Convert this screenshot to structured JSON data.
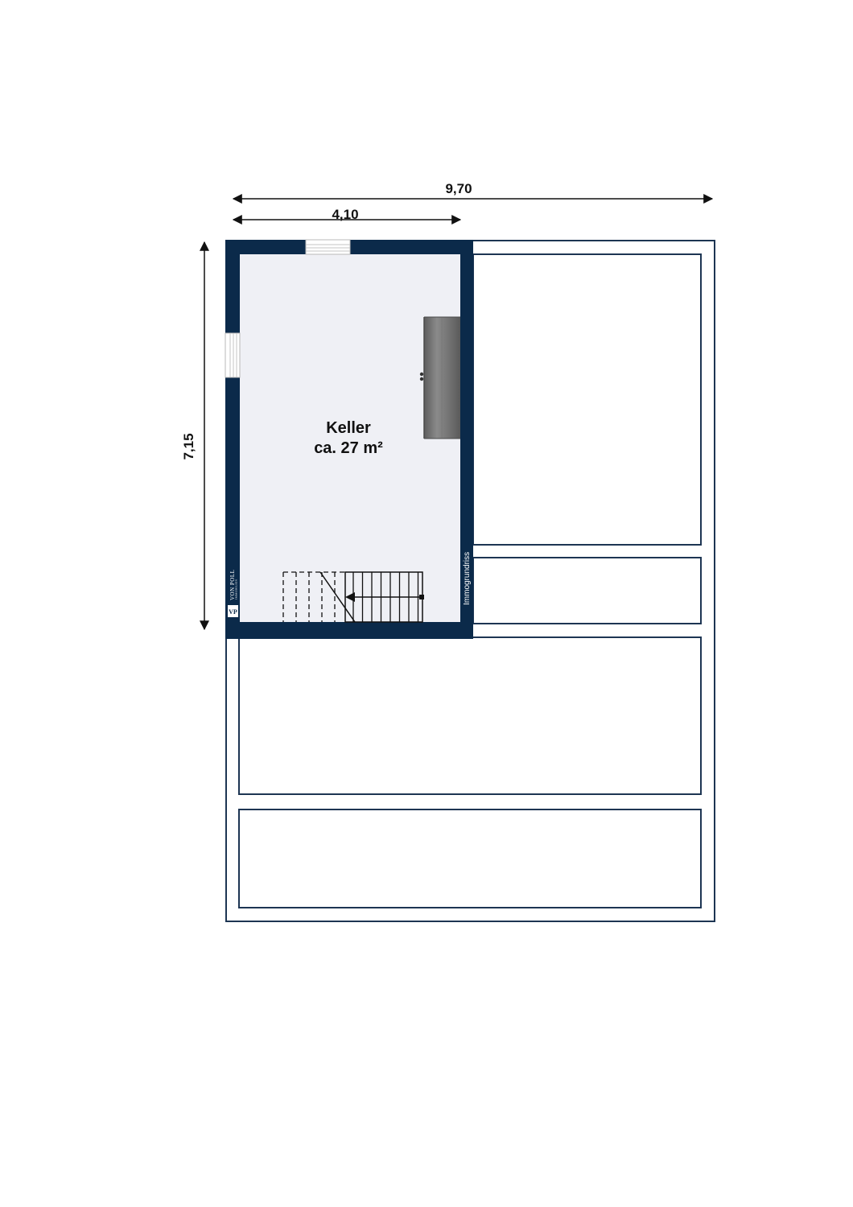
{
  "dimensions": {
    "total_width": "9,70",
    "room_width": "4,10",
    "height": "7,15"
  },
  "room": {
    "name": "Keller",
    "area": "ca. 27 m²"
  },
  "watermark": {
    "text": "Immogrundriss"
  },
  "logo": {
    "brand": "VON POLL",
    "sub": "IMMOBILIEN",
    "mark": "VP"
  },
  "colors": {
    "wall": "#0b2a4a",
    "floor": "#eff0f5",
    "outline": "#1d3553",
    "cabinet": "#7c7c7c"
  }
}
